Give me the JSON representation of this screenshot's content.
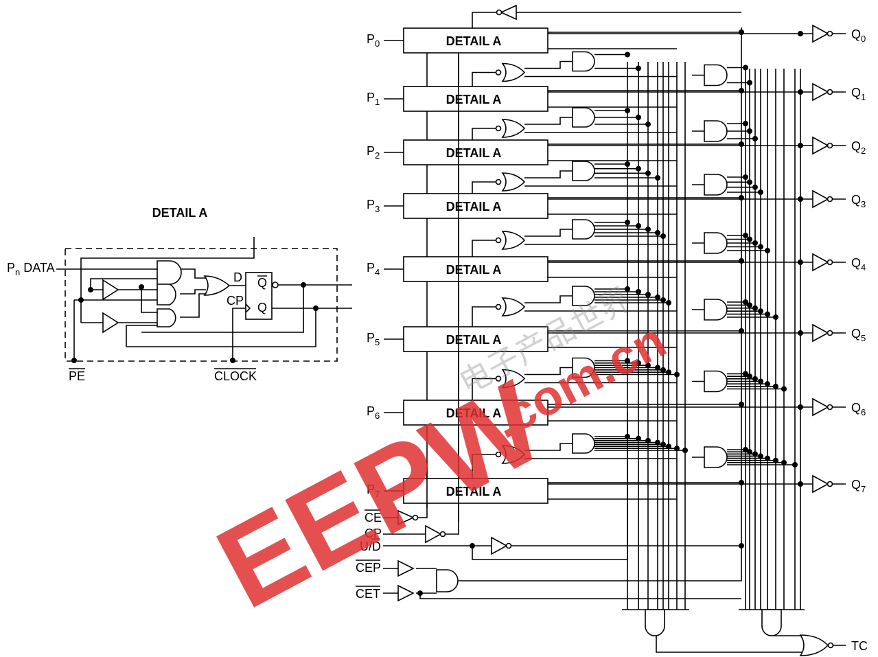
{
  "detail": {
    "title": "DETAIL A",
    "pn_prefix": "P",
    "pn_sub": "n",
    "pn_suffix": " DATA",
    "d_label": "D",
    "cp_label": "CP",
    "qbar_label": "Q",
    "q_label": "Q",
    "pe_label": "PE",
    "clock_label": "CLOCK"
  },
  "block_label": "DETAIL A",
  "inputs": [
    {
      "prefix": "P",
      "sub": "0"
    },
    {
      "prefix": "P",
      "sub": "1"
    },
    {
      "prefix": "P",
      "sub": "2"
    },
    {
      "prefix": "P",
      "sub": "3"
    },
    {
      "prefix": "P",
      "sub": "4"
    },
    {
      "prefix": "P",
      "sub": "5"
    },
    {
      "prefix": "P",
      "sub": "6"
    },
    {
      "prefix": "P",
      "sub": "7"
    }
  ],
  "outputs": [
    {
      "prefix": "Q",
      "sub": "0"
    },
    {
      "prefix": "Q",
      "sub": "1"
    },
    {
      "prefix": "Q",
      "sub": "2"
    },
    {
      "prefix": "Q",
      "sub": "3"
    },
    {
      "prefix": "Q",
      "sub": "4"
    },
    {
      "prefix": "Q",
      "sub": "5"
    },
    {
      "prefix": "Q",
      "sub": "6"
    },
    {
      "prefix": "Q",
      "sub": "7"
    }
  ],
  "controls": {
    "ce": "CE",
    "cp": "CP",
    "ud_u": "U/",
    "ud_d": "D",
    "cep": "CEP",
    "cet": "CET",
    "tc": "TC"
  },
  "watermark": {
    "logo": "EEPW",
    "domain": ".com.cn",
    "chinese": "电子产品世界",
    "color": "#e03030"
  }
}
